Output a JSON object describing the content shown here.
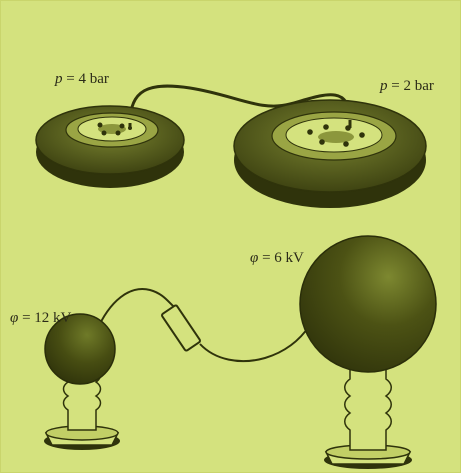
{
  "labels": {
    "pressure_left": {
      "symbol": "p",
      "rest": " = 4 bar"
    },
    "pressure_right": {
      "symbol": "p",
      "rest": " = 2 bar"
    },
    "potential_right": {
      "symbol": "φ",
      "rest": " = 6 kV"
    },
    "potential_left": {
      "symbol": "φ",
      "rest": " = 12 kV"
    }
  },
  "colors": {
    "background": "#d4e27e",
    "ink": "#3a3d12",
    "tire_dark": "#4a5016",
    "tire_mid": "#6b7424",
    "tire_light": "#aeb950",
    "sphere_dark": "#3d420f",
    "sphere_highlight": "#7d8830"
  }
}
